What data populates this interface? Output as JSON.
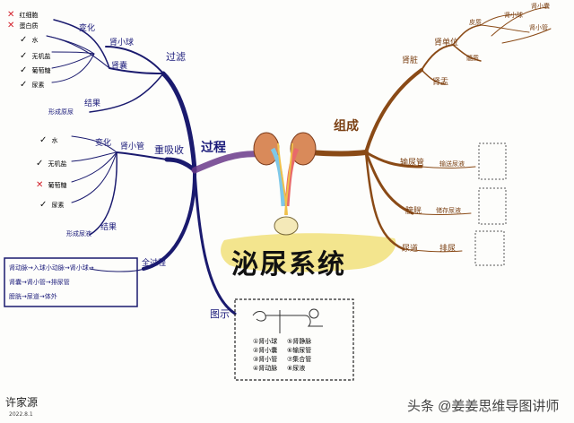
{
  "title": "泌尿系统",
  "author": "许家源",
  "date": "2022.8.1",
  "watermark": "头条 @姜姜思维导图讲师",
  "center_branches": {
    "process": "过程",
    "composition": "组成",
    "diagram": "图示"
  },
  "filtration": {
    "label": "过滤",
    "stage": "肾小球",
    "organ": "肾囊",
    "change": "变化",
    "result": "结果",
    "result_text": "形成原尿",
    "items": [
      {
        "mark": "x",
        "text": "红细胞"
      },
      {
        "mark": "x",
        "text": "蛋白质"
      },
      {
        "mark": "v",
        "text": "水"
      },
      {
        "mark": "v",
        "text": "无机盐"
      },
      {
        "mark": "v",
        "text": "葡萄糖"
      },
      {
        "mark": "v",
        "text": "尿素"
      }
    ]
  },
  "reabsorption": {
    "label": "重吸收",
    "organ": "肾小管",
    "change": "变化",
    "result": "结果",
    "result_text": "形成尿液",
    "items": [
      {
        "mark": "v",
        "text": "水"
      },
      {
        "mark": "v",
        "text": "无机盐"
      },
      {
        "mark": "x",
        "text": "葡萄糖"
      },
      {
        "mark": "v",
        "text": "尿素"
      }
    ]
  },
  "full_process": {
    "label": "全过程",
    "lines": [
      "肾动脉→入球小动脉→肾小球→",
      "肾囊→肾小管→排尿管",
      "膀胱→尿道→体外"
    ]
  },
  "composition": {
    "kidney": "肾脏",
    "cortex": "皮质",
    "medulla": "髓质",
    "pelvis": "肾盂",
    "nephron": "肾单位",
    "glomerulus": "肾小球",
    "capsule": "肾小囊",
    "tubule": "肾小管",
    "ureter": "输尿管",
    "ureter_fn": "输送尿液",
    "bladder": "膀胱",
    "bladder_fn": "储存尿液",
    "urethra": "尿道",
    "urethra_fn": "排尿"
  },
  "diagram_legend": [
    "①肾小球",
    "②肾小囊",
    "③肾小管",
    "④肾动脉",
    "⑤肾静脉",
    "⑥输尿管",
    "⑦集合管",
    "⑧尿液"
  ],
  "colors": {
    "left_branch": "#1a1a6e",
    "right_branch": "#8a4a16",
    "highlight": "#e8d25a",
    "mark_x": "#d2202a"
  }
}
